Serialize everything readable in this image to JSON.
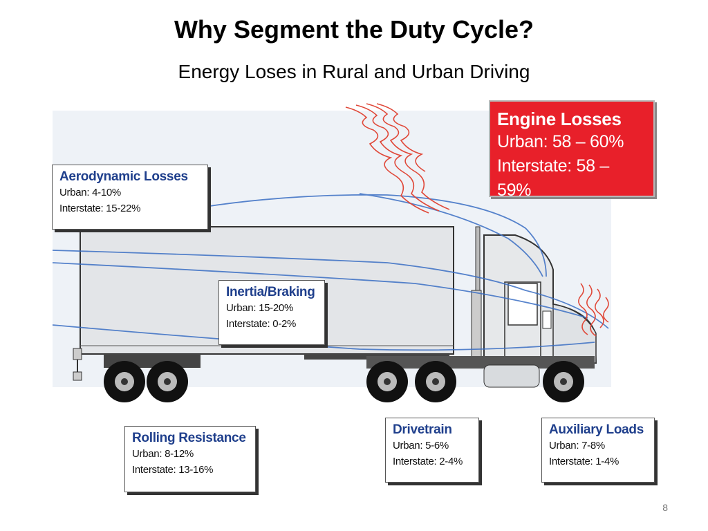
{
  "slide": {
    "title": "Why Segment the Duty Cycle?",
    "subtitle": "Energy Loses in Rural and Urban Driving",
    "page_number": "8"
  },
  "callouts": {
    "engine": {
      "heading": "Engine Losses",
      "urban": "Urban: 58 – 60%",
      "interstate": "Interstate: 58 – 59%"
    },
    "aero": {
      "heading": "Aerodynamic Losses",
      "urban": "Urban: 4-10%",
      "interstate": "Interstate: 15-22%"
    },
    "inertia": {
      "heading": "Inertia/Braking",
      "urban": "Urban: 15-20%",
      "interstate": "Interstate: 0-2%"
    },
    "rolling": {
      "heading": "Rolling Resistance",
      "urban": "Urban: 8-12%",
      "interstate": "Interstate: 13-16%"
    },
    "drivetrain": {
      "heading": "Drivetrain",
      "urban": "Urban: 5-6%",
      "interstate": "Interstate: 2-4%"
    },
    "auxiliary": {
      "heading": "Auxiliary Loads",
      "urban": "Urban: 7-8%",
      "interstate": "Interstate: 1-4%"
    }
  },
  "colors": {
    "heading_blue": "#1f3f8c",
    "engine_red": "#e8202a",
    "heat_red": "#e0493a",
    "airflow_blue": "#3b6fc4"
  }
}
